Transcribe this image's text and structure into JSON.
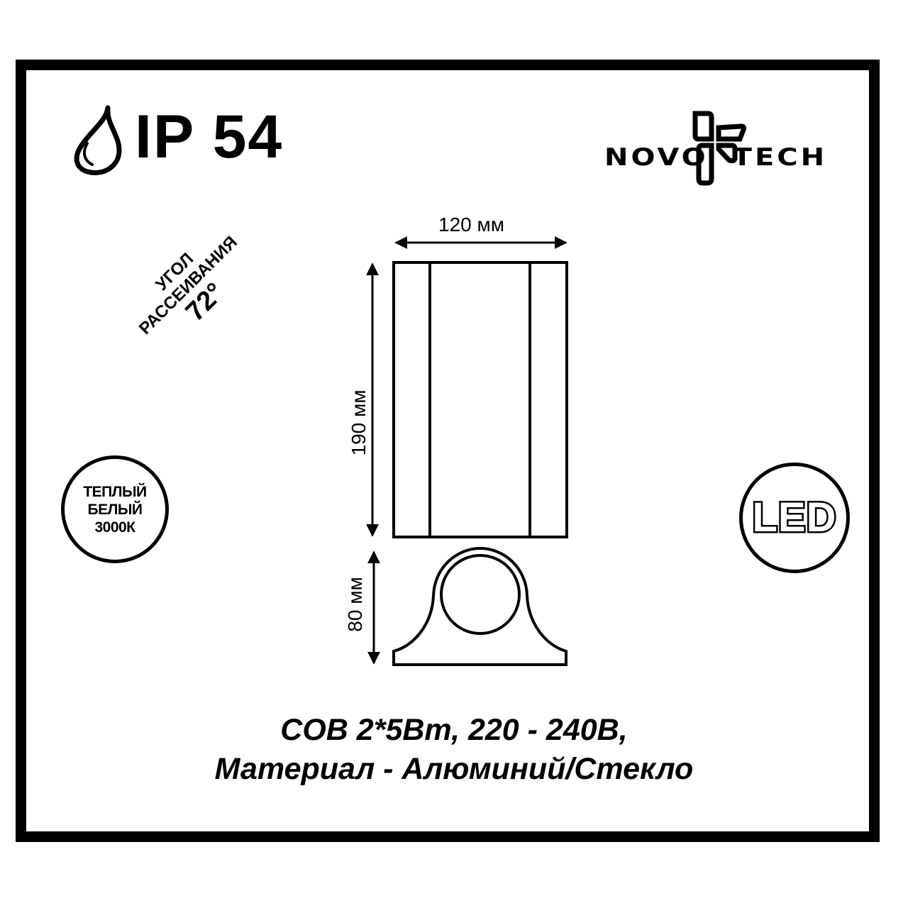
{
  "ip_rating": {
    "icon": "water-drop-icon",
    "label": "IP 54"
  },
  "brand": {
    "name": "NOVOTECH",
    "display_left": "NOVO",
    "display_right": "TECH"
  },
  "beam_angle": {
    "line1": "УГОЛ",
    "line2": "РАССЕИВАНИЯ",
    "value": "72°"
  },
  "color_temperature_badge": {
    "line1": "ТЕПЛЫЙ",
    "line2": "БЕЛЫЙ",
    "line3": "3000К"
  },
  "led_badge": {
    "label": "LED"
  },
  "dimensions": {
    "width": "120 мм",
    "height": "190 мм",
    "depth": "80 мм"
  },
  "specs": {
    "line1": "COB 2*5Вт, 220 - 240В,",
    "line2": "Материал - Алюминий/Стекло"
  },
  "colors": {
    "line": "#000000",
    "background": "#ffffff"
  }
}
